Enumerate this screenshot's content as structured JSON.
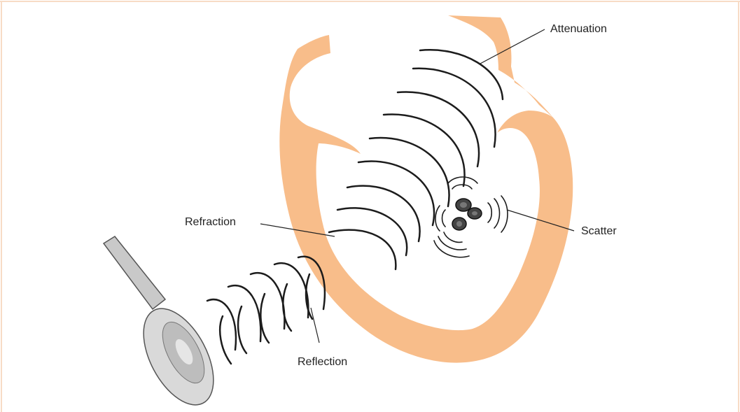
{
  "labels": {
    "attenuation": "Attenuation",
    "refraction": "Refraction",
    "scatter": "Scatter",
    "reflection": "Reflection"
  },
  "colors": {
    "frame": "#f7dcc6",
    "heart": "#f8bd8a",
    "wave": "#1c1c1c",
    "probe_body": "#c9c9c9",
    "probe_edge": "#555555",
    "scatterer": "#444444"
  }
}
